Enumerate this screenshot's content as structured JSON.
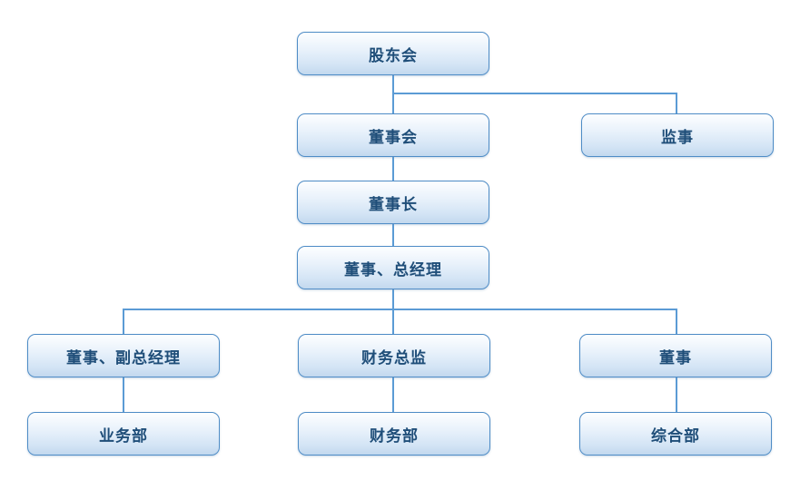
{
  "canvas": {
    "background": "#ffffff"
  },
  "colors": {
    "connector_line": "#5b9bd5",
    "node_border": "#4e8cc6",
    "node_fill_top": "#fdfeff",
    "node_fill_bottom": "#c2d8ee",
    "node_text": "#1f4e79"
  },
  "org_chart": {
    "type": "organization-chart",
    "nodes": {
      "shareholders": {
        "label": "股东会"
      },
      "board": {
        "label": "董事会"
      },
      "supervisor": {
        "label": "监事"
      },
      "chairman": {
        "label": "董事长"
      },
      "general_manager": {
        "label": "董事、总经理"
      },
      "deputy_general_manager": {
        "label": "董事、副总经理"
      },
      "finance_director": {
        "label": "财务总监"
      },
      "director": {
        "label": "董事"
      },
      "business_dept": {
        "label": "业务部"
      },
      "finance_dept": {
        "label": "财务部"
      },
      "general_affairs_dept": {
        "label": "综合部"
      }
    },
    "edges": [
      [
        "shareholders",
        "board"
      ],
      [
        "shareholders",
        "supervisor"
      ],
      [
        "board",
        "chairman"
      ],
      [
        "chairman",
        "general_manager"
      ],
      [
        "general_manager",
        "deputy_general_manager"
      ],
      [
        "general_manager",
        "finance_director"
      ],
      [
        "general_manager",
        "director"
      ],
      [
        "deputy_general_manager",
        "business_dept"
      ],
      [
        "finance_director",
        "finance_dept"
      ],
      [
        "director",
        "general_affairs_dept"
      ]
    ]
  }
}
